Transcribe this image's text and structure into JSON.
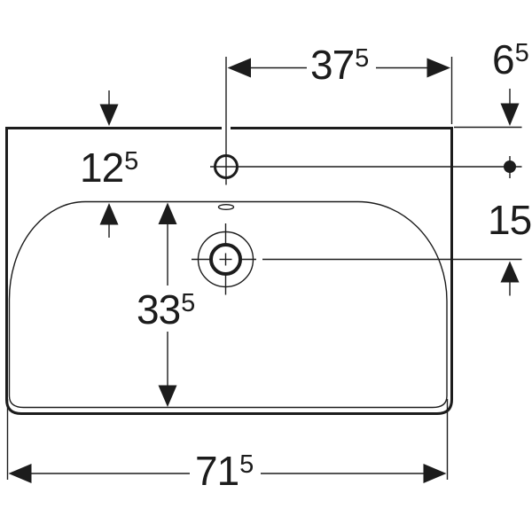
{
  "drawing": {
    "subject": "washbasin front-view technical dimension drawing",
    "unit": "cm (implied, superscript = 0.5)",
    "labels": {
      "tap_axis_to_right_edge": {
        "main": "37",
        "sup": "5"
      },
      "top_edge_to_tap_axis": {
        "main": "6",
        "sup": "5"
      },
      "top_edge_to_basin_rim": {
        "main": "12",
        "sup": "5"
      },
      "tap_axis_to_drain_axis": {
        "main": "15",
        "sup": ""
      },
      "basin_inner_height": {
        "main": "33",
        "sup": "5"
      },
      "overall_width": {
        "main": "71",
        "sup": "5"
      }
    },
    "colors": {
      "line": "#1c1c1c",
      "background": "#ffffff"
    }
  }
}
